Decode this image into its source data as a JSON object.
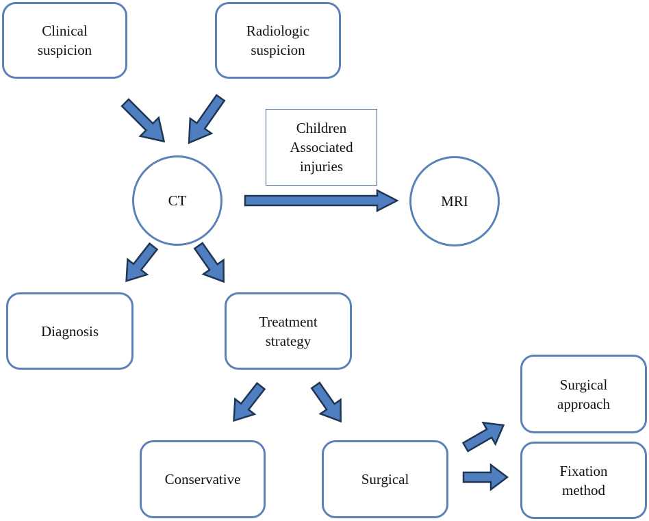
{
  "colors": {
    "box_border": "#5b82b8",
    "arrow_fill": "#4f7fc1",
    "arrow_stroke": "#1f3552",
    "note_border": "#3f5f8a"
  },
  "nodes": {
    "clinical_suspicion": "Clinical\nsuspicion",
    "radiologic_suspicion": "Radiologic\nsuspicion",
    "ct": "CT",
    "mri": "MRI",
    "mri_condition": "Children\nAssociated\ninjuries",
    "diagnosis": "Diagnosis",
    "treatment_strategy": "Treatment\nstrategy",
    "conservative": "Conservative",
    "surgical": "Surgical",
    "surgical_approach": "Surgical\napproach",
    "fixation_method": "Fixation\nmethod"
  },
  "edges": [
    {
      "from": "clinical_suspicion",
      "to": "ct"
    },
    {
      "from": "radiologic_suspicion",
      "to": "ct"
    },
    {
      "from": "ct",
      "to": "mri"
    },
    {
      "from": "ct",
      "to": "diagnosis"
    },
    {
      "from": "ct",
      "to": "treatment_strategy"
    },
    {
      "from": "treatment_strategy",
      "to": "conservative"
    },
    {
      "from": "treatment_strategy",
      "to": "surgical"
    },
    {
      "from": "surgical",
      "to": "surgical_approach"
    },
    {
      "from": "surgical",
      "to": "fixation_method"
    }
  ]
}
